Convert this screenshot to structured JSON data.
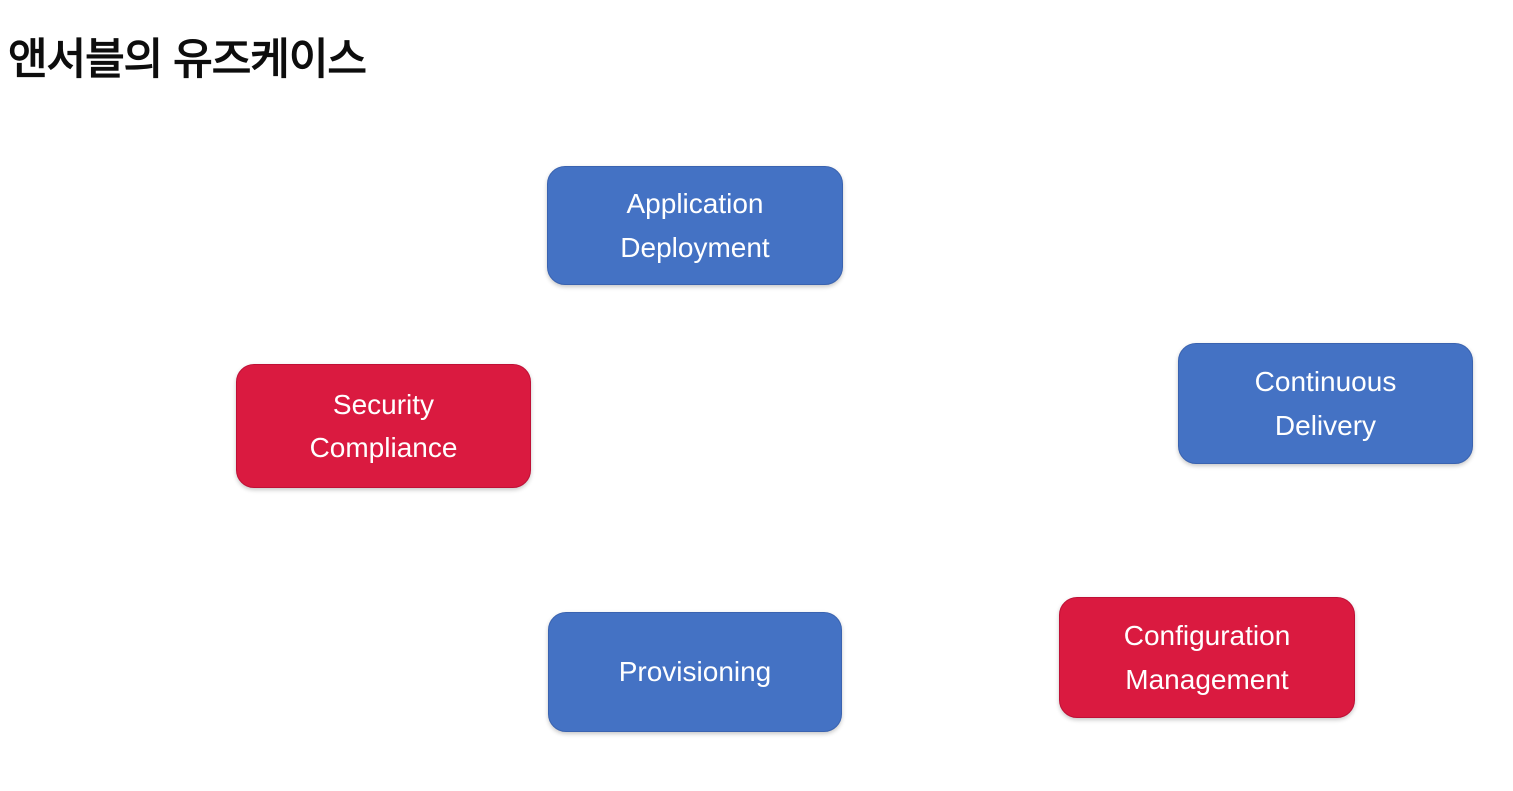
{
  "slide": {
    "title": "앤서블의 유즈케이스"
  },
  "colors": {
    "background": "#FFFFFF",
    "box_blue": "#4472C4",
    "box_red": "#DA1A40",
    "box_text": "#FFFFFF",
    "title_text": "#0D0D0D"
  },
  "boxes": [
    {
      "name": "application-deployment",
      "label": "Application\nDeployment",
      "color": "#4472C4"
    },
    {
      "name": "security-compliance",
      "label": "Security\nCompliance",
      "color": "#DA1A40"
    },
    {
      "name": "continuous-delivery",
      "label": "Continuous\nDelivery",
      "color": "#4472C4"
    },
    {
      "name": "provisioning",
      "label": "Provisioning",
      "color": "#4472C4"
    },
    {
      "name": "configuration-management",
      "label": "Configuration\nManagement",
      "color": "#DA1A40"
    }
  ]
}
